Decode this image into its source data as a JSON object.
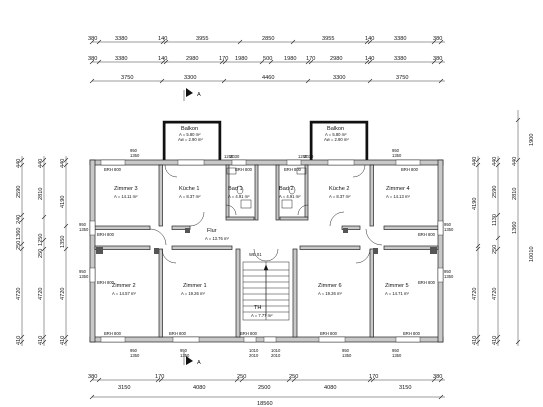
{
  "dimensions": {
    "top_row1": [
      "380",
      "3380",
      "140",
      "3955",
      "2850",
      "3955",
      "140",
      "3380",
      "380"
    ],
    "top_row2": [
      "380",
      "3380",
      "140",
      "2980",
      "170",
      "1980",
      "500",
      "1980",
      "170",
      "2980",
      "140",
      "3380",
      "380"
    ],
    "top_row3": [
      "3750",
      "3300",
      "4460",
      "3300",
      "3750"
    ],
    "bottom_row1": [
      "380",
      "3150",
      "170",
      "4080",
      "250",
      "2500",
      "250",
      "4080",
      "170",
      "3150",
      "380"
    ],
    "bottom_total": "18560",
    "left_outer": [
      "440",
      "2590",
      "250",
      "4720",
      "410"
    ],
    "left_mid": [
      "440",
      "2810",
      "1250",
      "4720",
      "410"
    ],
    "left_inner": [
      "440",
      "4190",
      "1350",
      "4720",
      "410"
    ],
    "left_extra": [
      "240",
      "1360",
      "250"
    ],
    "right_outer": [
      "1900",
      "440",
      "4190",
      "10010"
    ],
    "right_mid": [
      "440",
      "2590",
      "1130",
      "250",
      "4720",
      "410"
    ],
    "right_inner": [
      "440",
      "2810",
      "1360",
      "4720",
      "410"
    ]
  },
  "rooms": [
    {
      "name": "Zimmer 3",
      "area": "A = 14.11 m²"
    },
    {
      "name": "Küche 1",
      "area": "A = 8.37 m²"
    },
    {
      "name": "Bad 1",
      "area": "A = 4.91 m²"
    },
    {
      "name": "Bad 2",
      "area": "A = 4.91 m²"
    },
    {
      "name": "Küche 2",
      "area": "A = 8.37 m²"
    },
    {
      "name": "Zimmer 4",
      "area": "A = 14.13 m²"
    },
    {
      "name": "Flur",
      "area": "A = 13.76 m²"
    },
    {
      "name": "Zimmer 2",
      "area": "A = 14.57 m²"
    },
    {
      "name": "Zimmer 1",
      "area": "A = 19.26 m²"
    },
    {
      "name": "Zimmer 6",
      "area": "A = 19.26 m²"
    },
    {
      "name": "Zimmer 5",
      "area": "A = 14.71 m²"
    },
    {
      "name": "TH",
      "area": "A = 7.77 m²"
    }
  ],
  "balconies": [
    {
      "name": "Balkon",
      "area": "A = 5.80 m²",
      "area_w": "Aw = 2.90 m²"
    },
    {
      "name": "Balkon",
      "area": "A = 5.80 m²",
      "area_w": "Aw = 2.90 m²"
    }
  ],
  "labels": {
    "brh": "BRH 800",
    "we": "WE 01",
    "section_marker": "A",
    "window_950": "950",
    "window_1350": "1350",
    "door_1010": "1010",
    "door_2010": "2010",
    "door_1250": "1250",
    "door_2030": "2030"
  }
}
